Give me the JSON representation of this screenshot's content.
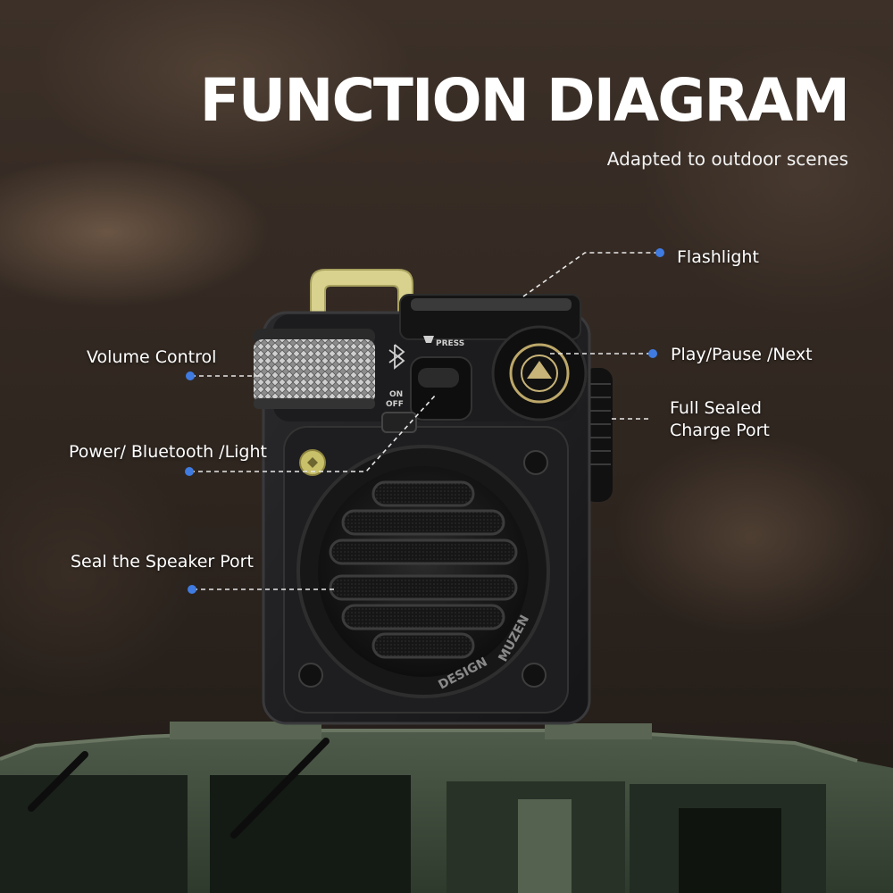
{
  "heading": {
    "title": "FUNCTION DIAGRAM",
    "subtitle": "Adapted to outdoor scenes"
  },
  "callouts": {
    "flashlight": "Flashlight",
    "volume_control": "Volume Control",
    "play_pause_next": "Play/Pause /Next",
    "charge_port": "Full Sealed Charge Port",
    "power_bluetooth_light": "Power/ Bluetooth /Light",
    "speaker_port": "Seal the Speaker Port"
  },
  "device_markings": {
    "press": "PRESS",
    "on": "ON",
    "off": "OFF",
    "design": "DESIGN",
    "brand": "MUZEN"
  },
  "colors": {
    "dot": "#3f7be0",
    "leader_line": "#e8e8e8",
    "text": "#ffffff"
  },
  "icons": [
    "bluetooth-icon",
    "flashlight-icon"
  ]
}
